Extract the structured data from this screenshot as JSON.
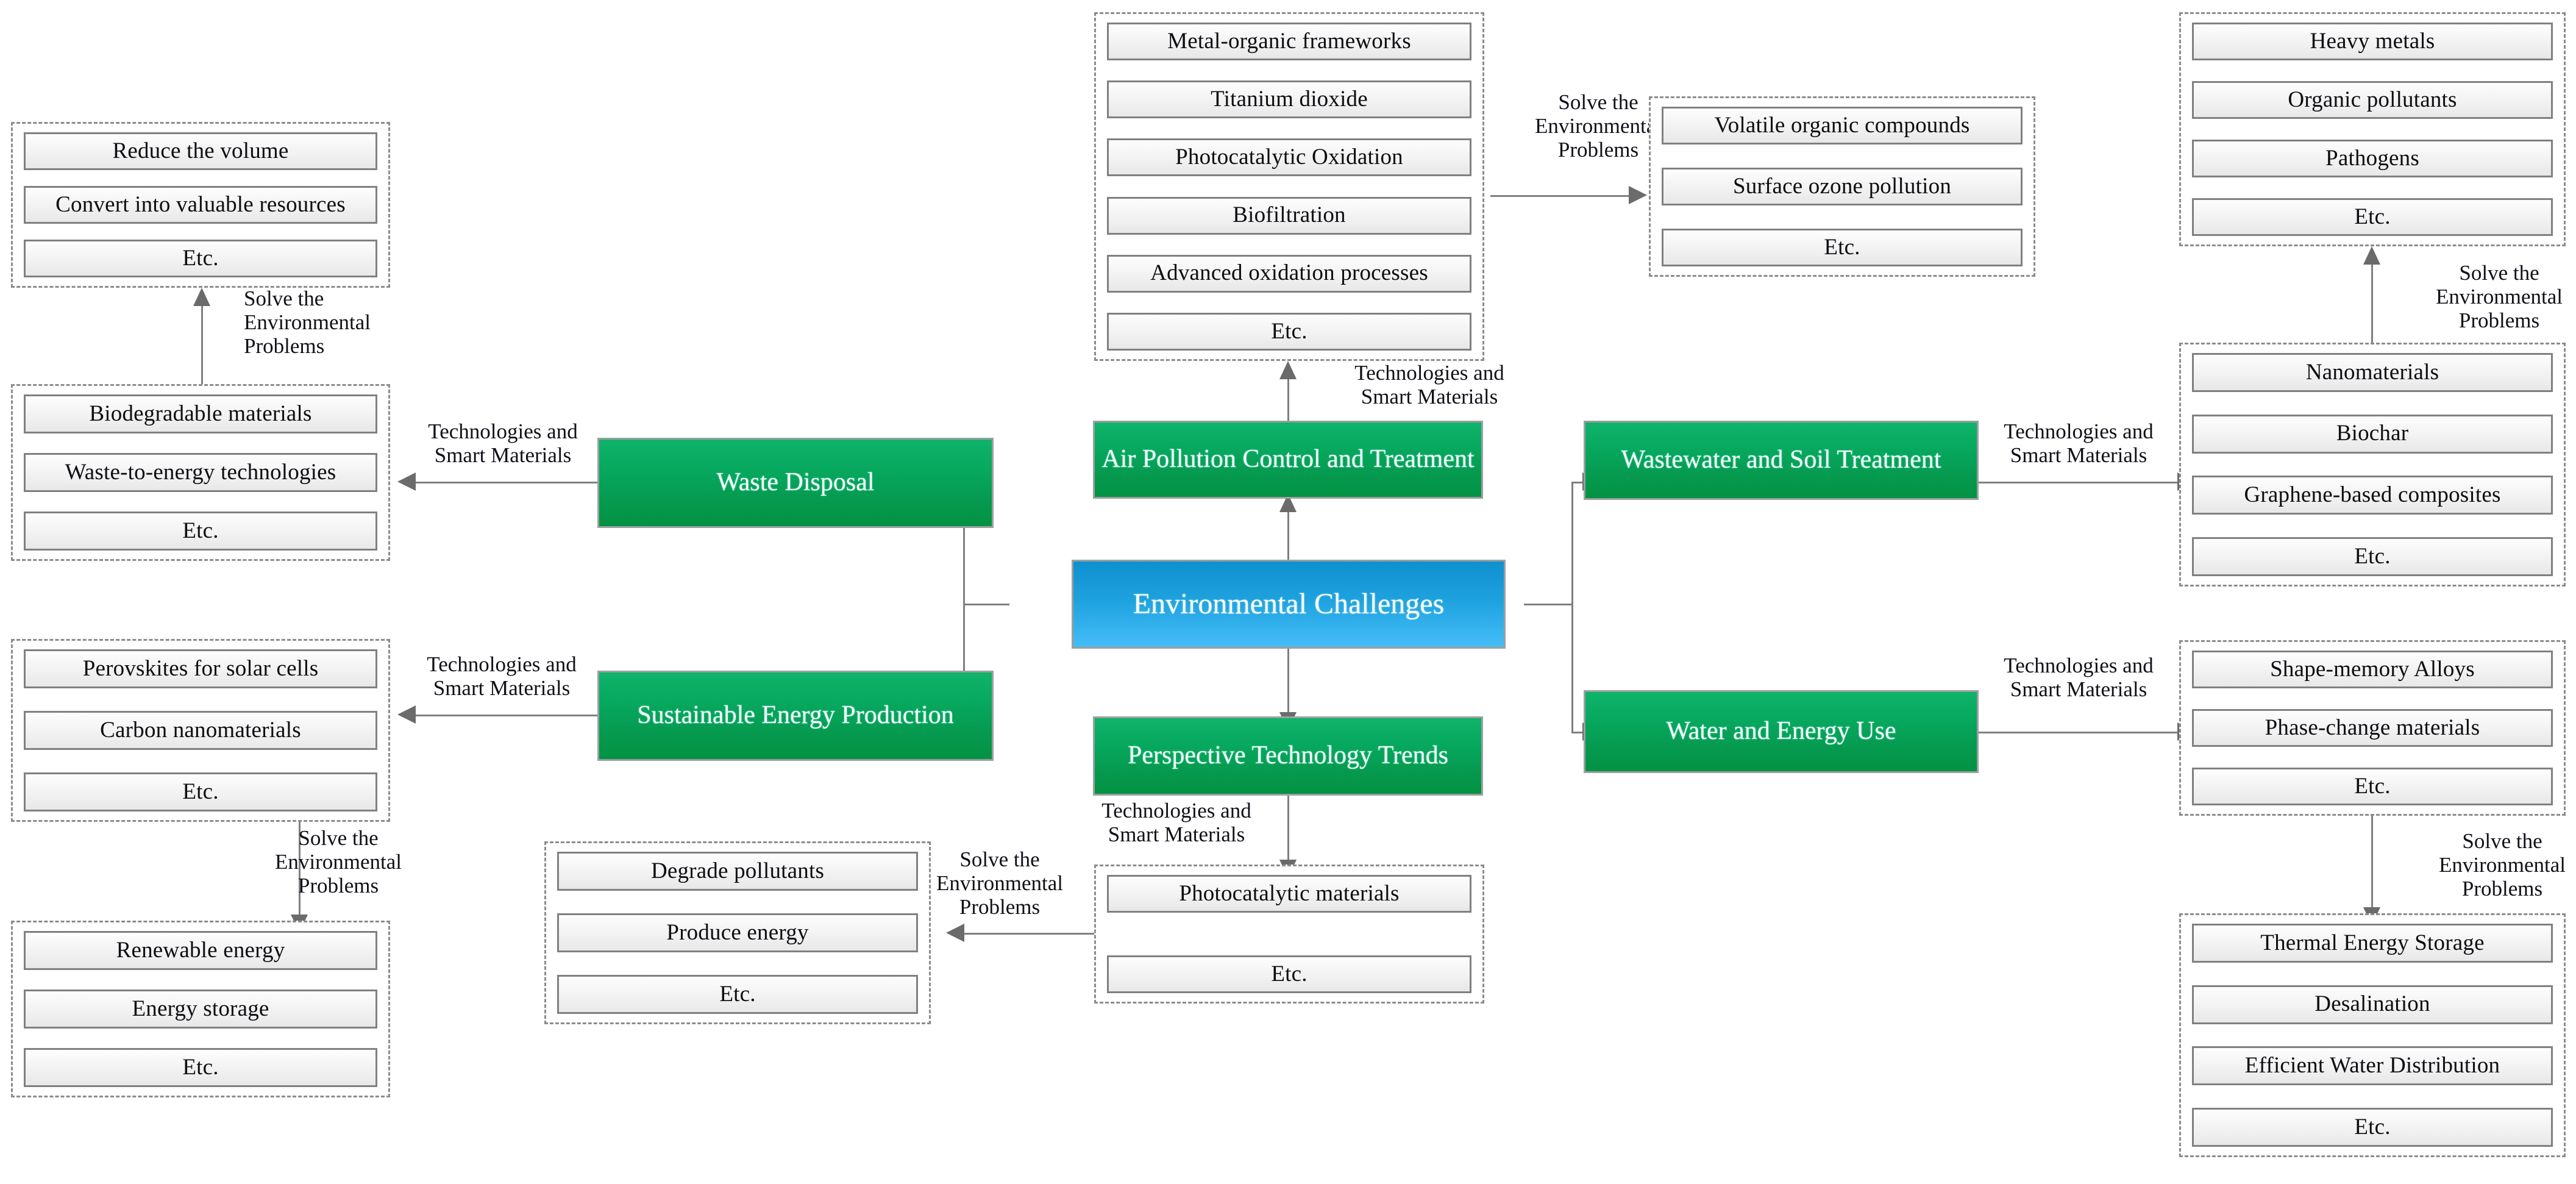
{
  "center": {
    "label": "Environmental Challenges",
    "color": "#1ea2de"
  },
  "branches": [
    {
      "id": "waste-disposal",
      "label": "Waste Disposal",
      "color": "#07a85f"
    },
    {
      "id": "air-pollution-control-and-treatment",
      "label": "Air Pollution Control and Treatment",
      "color": "#07a85f"
    },
    {
      "id": "wastewater-and-soil-treatment",
      "label": "Wastewater and Soil Treatment",
      "color": "#07a85f"
    },
    {
      "id": "sustainable-energy-production",
      "label": "Sustainable Energy Production",
      "color": "#07a85f"
    },
    {
      "id": "perspective-technology-trends",
      "label": "Perspective Technology Trends",
      "color": "#07a85f"
    },
    {
      "id": "water-and-energy-use",
      "label": "Water and Energy Use",
      "color": "#07a85f"
    }
  ],
  "edge_labels": {
    "tech_smart": "Technologies and\nSmart Materials",
    "solve_env": "Solve the\nEnvironmental\nProblems"
  },
  "groups": {
    "waste_outcomes": {
      "items": [
        "Reduce the volume",
        "Convert into valuable resources",
        "Etc."
      ]
    },
    "waste_tech": {
      "items": [
        "Biodegradable materials",
        "Waste-to-energy technologies",
        "Etc."
      ]
    },
    "air_tech": {
      "items": [
        "Metal-organic frameworks",
        "Titanium dioxide",
        "Photocatalytic Oxidation",
        "Biofiltration",
        "Advanced oxidation processes",
        "Etc."
      ]
    },
    "air_outcomes": {
      "items": [
        "Volatile organic compounds",
        "Surface ozone pollution",
        "Etc."
      ]
    },
    "soil_outcomes": {
      "items": [
        "Heavy metals",
        "Organic pollutants",
        "Pathogens",
        "Etc."
      ]
    },
    "soil_tech": {
      "items": [
        "Nanomaterials",
        "Biochar",
        "Graphene-based composites",
        "Etc."
      ]
    },
    "energy_tech": {
      "items": [
        "Perovskites for solar cells",
        "Carbon nanomaterials",
        "Etc."
      ]
    },
    "energy_outcomes": {
      "items": [
        "Renewable energy",
        "Energy storage",
        "Etc."
      ]
    },
    "trends_outcomes": {
      "items": [
        "Degrade pollutants",
        "Produce energy",
        "Etc."
      ]
    },
    "trends_tech": {
      "items": [
        "Photocatalytic materials",
        "Etc."
      ]
    },
    "water_tech": {
      "items": [
        "Shape-memory Alloys",
        "Phase-change materials",
        "Etc."
      ]
    },
    "water_outcomes": {
      "items": [
        "Thermal Energy Storage",
        "Desalination",
        "Efficient Water Distribution",
        "Etc."
      ]
    }
  }
}
